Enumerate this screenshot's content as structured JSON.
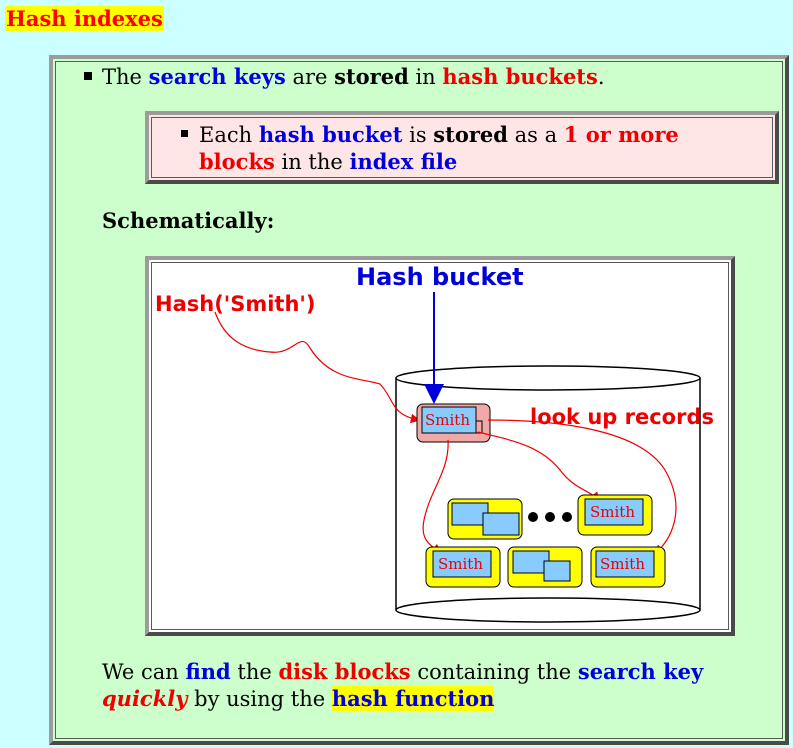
{
  "title": "Hash indexes",
  "main_bullet": {
    "t1": "The ",
    "t2": "search keys",
    "t3": " are ",
    "t4": "stored",
    "t5": " in ",
    "t6": "hash buckets",
    "t7": "."
  },
  "sub_bullet": {
    "t1": "Each ",
    "t2": "hash bucket",
    "t3": " is ",
    "t4": "stored",
    "t5": " as a ",
    "t6": "1 or more",
    "t7": "blocks",
    "t8": " in the ",
    "t9": "index file"
  },
  "schematic_label": "Schematically:",
  "diagram": {
    "hash_bucket_label": "Hash bucket",
    "hash_call_label": "Hash('Smith')",
    "lookup_label": "look up records",
    "record_label": "Smith",
    "colors": {
      "blue": "#0000dd",
      "red": "#ee0000",
      "block_yellow": "#ffff00",
      "record_blue": "#88ccff",
      "bucket_pink": "#f0a8a8"
    }
  },
  "conclusion": {
    "t1": "We can ",
    "t2": "find",
    "t3": " the ",
    "t4": "disk blocks",
    "t5": " containing the ",
    "t6": "search key",
    "t7": "quickly",
    "t8": " by using the ",
    "t9": "hash function"
  }
}
